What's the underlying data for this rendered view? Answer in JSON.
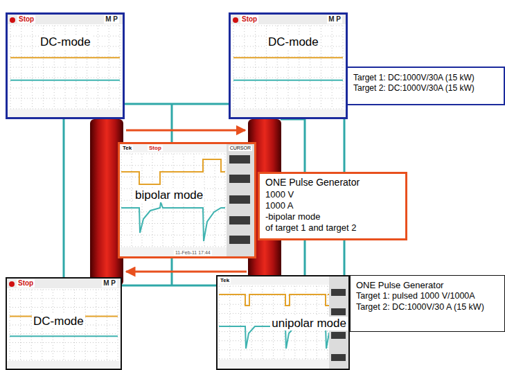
{
  "diagram": {
    "nodes": [
      {
        "text": [
          "Stop",
          "M P",
          "DC-mode"
        ]
      },
      {
        "text": [
          "Stop",
          "M P",
          "DC-mode"
        ]
      },
      {
        "text": [
          "Target 1: DC:1000V/30A (15 kW)",
          "Target 2: DC:1000V/30A (15 kW)"
        ]
      },
      {
        "text": [
          "Tek",
          "Stop",
          "CURSOR",
          "bipolar mode",
          "11-Feb-11 17:44"
        ]
      },
      {
        "text": [
          "ONE Pulse Generator",
          "1000 V",
          "1000 A",
          "-bipolar mode",
          "of target 1 and target 2"
        ]
      },
      {
        "text": [
          "Stop",
          "M P",
          "DC-mode"
        ]
      },
      {
        "text": [
          "Tek",
          "unipolar mode"
        ]
      },
      {
        "text": [
          "ONE Pulse Generator",
          "Target 1: pulsed 1000 V/1000A",
          "Target 2: DC:1000V/30 A (15 kW)"
        ]
      }
    ]
  }
}
